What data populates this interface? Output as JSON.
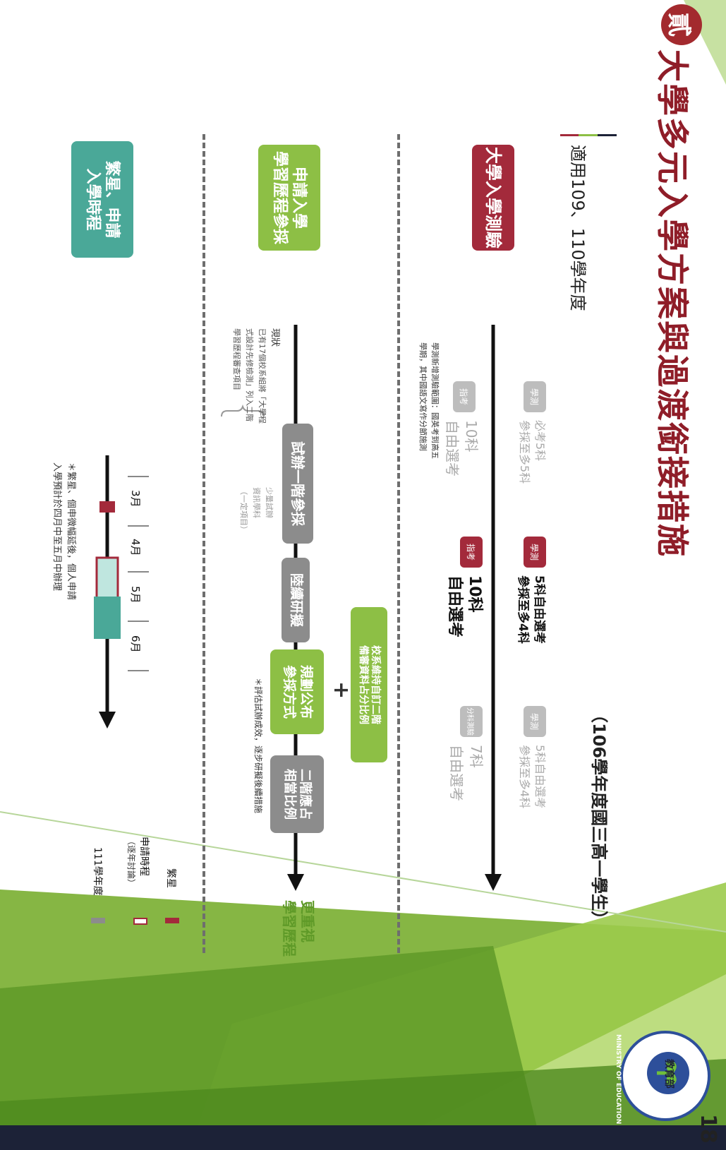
{
  "slide": {
    "section_number": "貳",
    "title": "大學多元入學方案與過渡銜接措施",
    "applicable": "適用109、110學年度",
    "grade_note": "（106學年度國三高一學生）",
    "page_number": "18",
    "logo_text": {
      "cn": "教育部",
      "en": "MINISTRY OF EDUCATION"
    }
  },
  "row1": {
    "label": "大學入學測驗",
    "old_xuece_tag": "學測",
    "old_xuece_l1": "必考5科",
    "old_xuece_l2": "參採至多5科",
    "old_zhike_tag": "指考",
    "old_zhike_l1": "10科",
    "old_zhike_l2": "自由選考",
    "note_l1": "學測新增測驗範圍：國英考到高五",
    "note_l2": "學期，其中國語文寫作分節施測",
    "new_xuece_tag": "學測",
    "new_xuece_l1": "5科自由選考",
    "new_xuece_l2": "參採至多4科",
    "new_zhike_tag": "指考",
    "new_zhike_l1": "10科",
    "new_zhike_l2": "自由選考",
    "fut_xuece_tag": "學測",
    "fut_xuece_l1": "5科自由選考",
    "fut_xuece_l2": "參採至多4科",
    "fut_fenke_tag": "分科測驗",
    "fut_fenke_l1": "7科",
    "fut_fenke_l2": "自由選考"
  },
  "row2": {
    "label_l1": "申請入學",
    "label_l2": "學習歷程參採",
    "status_title": "現狀",
    "status_l1": "已有17個校系組將「大學程",
    "status_l2": "式設計先修檢測」列入二階",
    "status_l3": "學習歷程審查項目",
    "pilot": "試辦一階參採",
    "pilot_note_l1": "少量試辦",
    "pilot_note_l2": "資訊學科",
    "pilot_note_l3": "（一定項目）",
    "develop": "陸續研擬",
    "plan_l1": "規劃公布",
    "plan_l2": "參採方式",
    "plus": "+",
    "keep_l1": "校系維持自訂二階",
    "keep_l2": "備審資料占分比例",
    "second_l1": "二階應占",
    "second_l2": "相當比例",
    "evaluate": "＊評估試辦成效，逐步研擬後續措施",
    "end_l1": "更重視",
    "end_l2": "學習歷程"
  },
  "row3": {
    "label_l1": "繁星、申請",
    "label_l2": "入學時程",
    "months": [
      "3月",
      "4月",
      "5月",
      "6月"
    ],
    "note_l1": "＊繁星、個申微幅延後，個人申請",
    "note_l2": "入學預計於四月中至五月中辦理"
  },
  "legend": {
    "fanxing": "繁星",
    "shenqing_l1": "申請時程",
    "shenqing_l2": "（逐年討論）",
    "year111": "111學年度"
  },
  "colors": {
    "red": "#a32a3b",
    "green": "#8dbf45",
    "teal": "#4aa898",
    "gray": "#8c8c8c",
    "navy": "#1c2237"
  }
}
